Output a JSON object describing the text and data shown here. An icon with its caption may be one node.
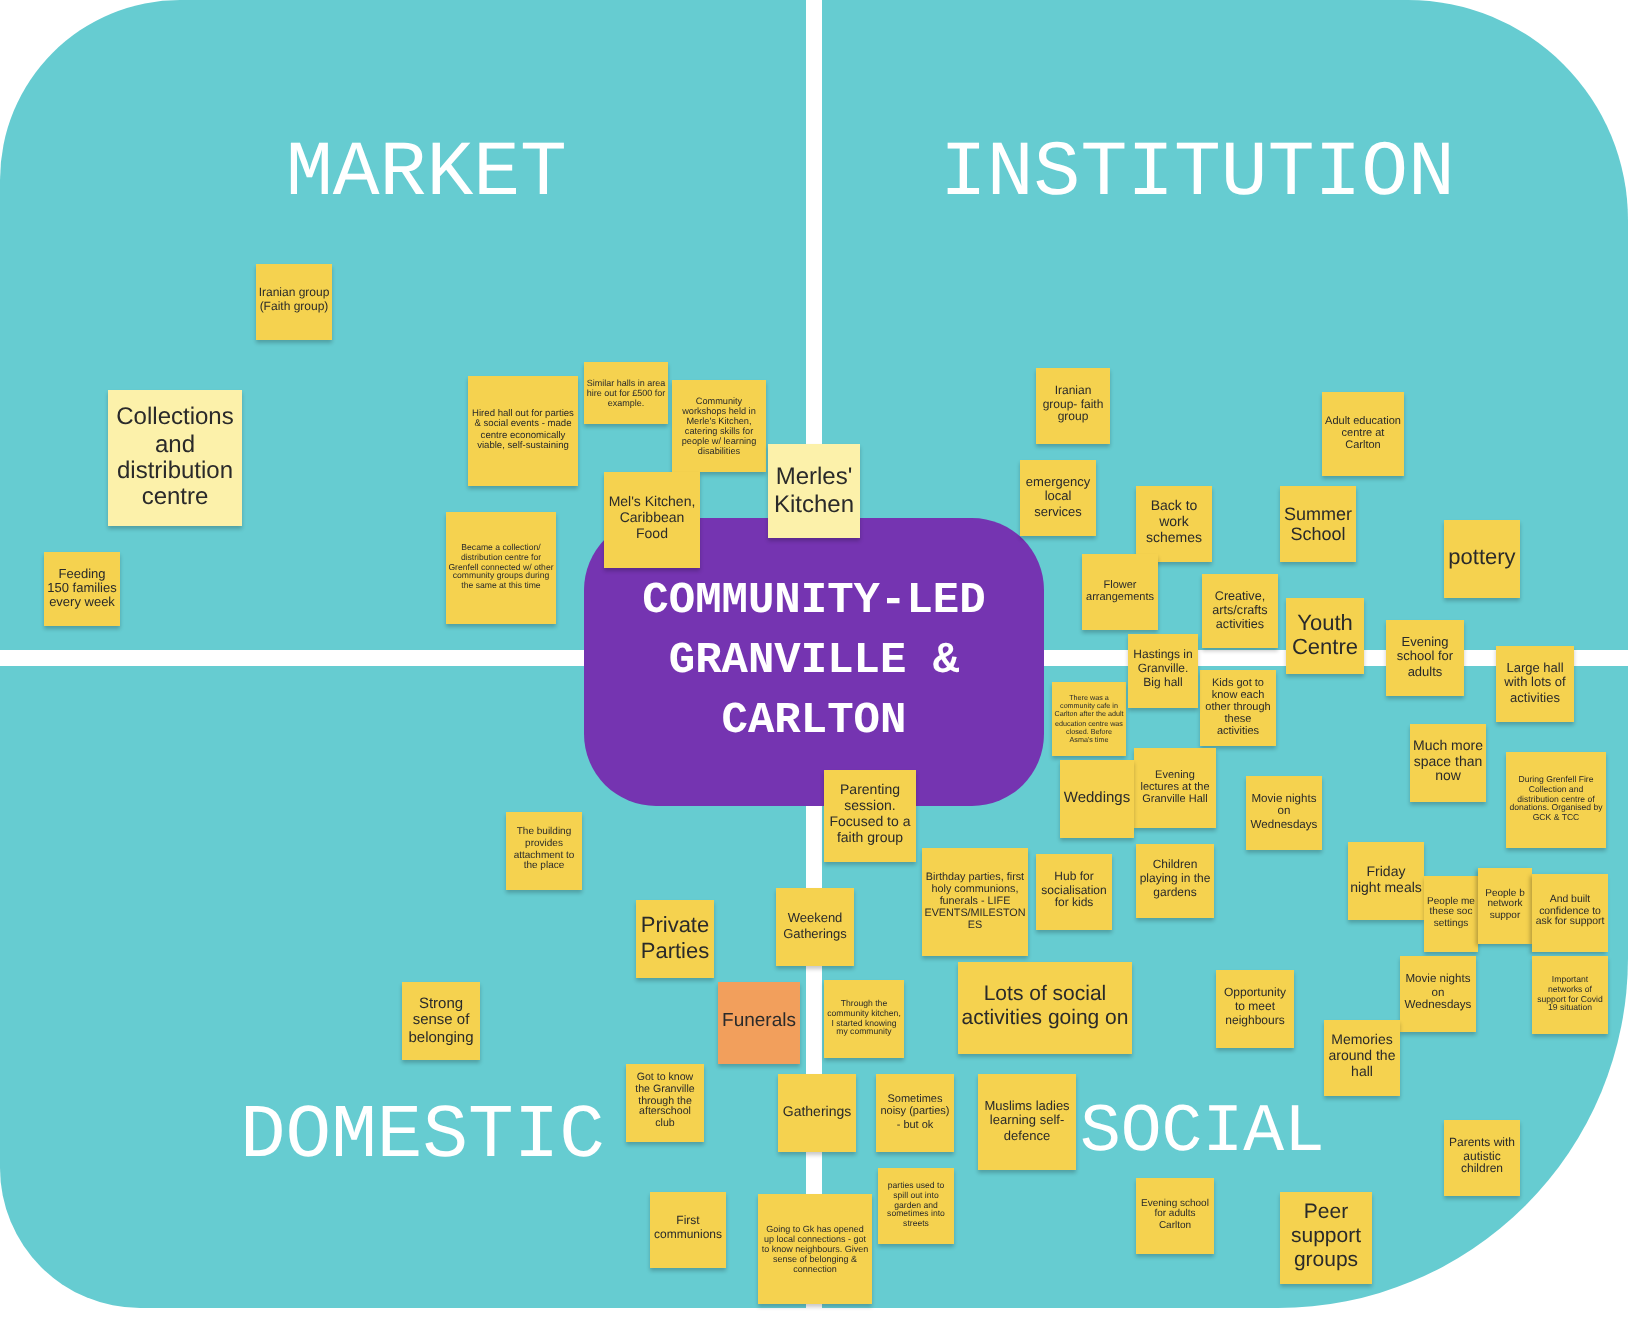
{
  "diagram": {
    "nodes": [
      {
        "text": [
          "MARKET"
        ]
      },
      {
        "text": [
          "INSTITUTION"
        ]
      },
      {
        "text": [
          "DOMESTIC"
        ]
      },
      {
        "text": [
          "SOCIAL"
        ]
      },
      {
        "text": [
          "COMMUNITY-LED GRANVILLE & CARLTON"
        ]
      },
      {
        "text": [
          "Iranian group (Faith group)"
        ],
        "in": 0
      },
      {
        "text": [
          "Similar halls in area hire out for £500 for example."
        ],
        "in": 0
      },
      {
        "text": [
          "Iranian group- faith group"
        ],
        "in": 1
      },
      {
        "text": [
          "Hired hall out for parties & social events - made centre economically viable, self-sustaining"
        ],
        "in": 0
      },
      {
        "text": [
          "Community workshops held in Merle's Kitchen, catering skills for people w/ learning disabilities"
        ],
        "in": 0
      },
      {
        "text": [
          "Collections and distribution centre"
        ],
        "in": 0
      },
      {
        "text": [
          "Adult education centre at Carlton"
        ],
        "in": 1
      },
      {
        "text": [
          "Merles' Kitchen"
        ]
      },
      {
        "text": [
          "emergency local services"
        ],
        "in": 1
      },
      {
        "text": [
          "Mel's Kitchen, Caribbean Food"
        ],
        "in": 0
      },
      {
        "text": [
          "Back to work schemes"
        ],
        "in": 1
      },
      {
        "text": [
          "Summer School"
        ],
        "in": 1
      },
      {
        "text": [
          "Became a collection/ distribution centre for Grenfell connected w/ other community groups during the same at this time"
        ],
        "in": 0
      },
      {
        "text": [
          "pottery"
        ],
        "in": 1
      },
      {
        "text": [
          "Feeding 150 families every week"
        ],
        "in": 0
      },
      {
        "text": [
          "Flower arrangements"
        ],
        "in": 1
      },
      {
        "text": [
          "Creative, arts/crafts activities"
        ],
        "in": 1
      },
      {
        "text": [
          "Youth Centre"
        ]
      },
      {
        "text": [
          "Evening school for adults"
        ]
      },
      {
        "text": [
          "Hastings in Granville. Big hall"
        ]
      },
      {
        "text": [
          "Large hall with lots of activities"
        ]
      },
      {
        "text": [
          "Kids got to know each other through these activities"
        ],
        "in": 3
      },
      {
        "text": [
          "There was a community cafe in Carlton after the adult education centre was closed. Before Asma's time"
        ],
        "in": 3
      },
      {
        "text": [
          "Much more space than now"
        ],
        "in": 3
      },
      {
        "text": [
          "Evening lectures at the Granville Hall"
        ],
        "in": 3
      },
      {
        "text": [
          "During Grenfell Fire Collection and distribution centre of donations. Organised by GCK & TCC"
        ],
        "in": 3
      },
      {
        "text": [
          "Weddings"
        ],
        "in": 3
      },
      {
        "text": [
          "Parenting session. Focused to a faith group"
        ],
        "in": 3
      },
      {
        "text": [
          "Movie nights on Wednesdays"
        ],
        "in": 3
      },
      {
        "text": [
          "The building provides attachment to the place"
        ],
        "in": 2
      },
      {
        "text": [
          "Friday night meals"
        ],
        "in": 3
      },
      {
        "text": [
          "Children playing in the gardens"
        ],
        "in": 3
      },
      {
        "text": [
          "Birthday parties, first holy communions, funerals - LIFE EVENTS/MILESTONES"
        ],
        "in": 3
      },
      {
        "text": [
          "Hub for socialisation for kids"
        ],
        "in": 3
      },
      {
        "text": [
          "People me these soc settings"
        ],
        "in": 3
      },
      {
        "text": [
          "People b network suppor"
        ],
        "in": 3
      },
      {
        "text": [
          "And built confidence to ask for support"
        ],
        "in": 3
      },
      {
        "text": [
          "Weekend Gatherings"
        ]
      },
      {
        "text": [
          "Private Parties"
        ],
        "in": 2
      },
      {
        "text": [
          "Movie nights on Wednesdays"
        ],
        "in": 3
      },
      {
        "text": [
          "Important networks of support for Covid 19 situation"
        ],
        "in": 3
      },
      {
        "text": [
          "Lots of social activities going on"
        ],
        "in": 3
      },
      {
        "text": [
          "Opportunity to meet neighbours"
        ],
        "in": 3
      },
      {
        "text": [
          "Through the community kitchen, I started knowing my community"
        ],
        "in": 3
      },
      {
        "text": [
          "Strong sense of belonging"
        ],
        "in": 2
      },
      {
        "text": [
          "Funerals"
        ],
        "in": 2
      },
      {
        "text": [
          "Memories around the hall"
        ],
        "in": 3
      },
      {
        "text": [
          "Got to know the Granville through the afterschool club"
        ],
        "in": 2
      },
      {
        "text": [
          "Gatherings"
        ]
      },
      {
        "text": [
          "Sometimes noisy (parties) - but ok"
        ],
        "in": 3
      },
      {
        "text": [
          "Muslims ladies learning self-defence"
        ],
        "in": 3
      },
      {
        "text": [
          "Parents with autistic children"
        ],
        "in": 3
      },
      {
        "text": [
          "parties used to spill out into garden and sometimes into streets"
        ],
        "in": 3
      },
      {
        "text": [
          "Evening school for adults Carlton"
        ],
        "in": 3
      },
      {
        "text": [
          "Peer support groups"
        ],
        "in": 3
      },
      {
        "text": [
          "First communions"
        ],
        "in": 2
      },
      {
        "text": [
          "Going to Gk has opened up local connections - got to know neighbours. Given sense of belonging & connection"
        ]
      }
    ]
  }
}
